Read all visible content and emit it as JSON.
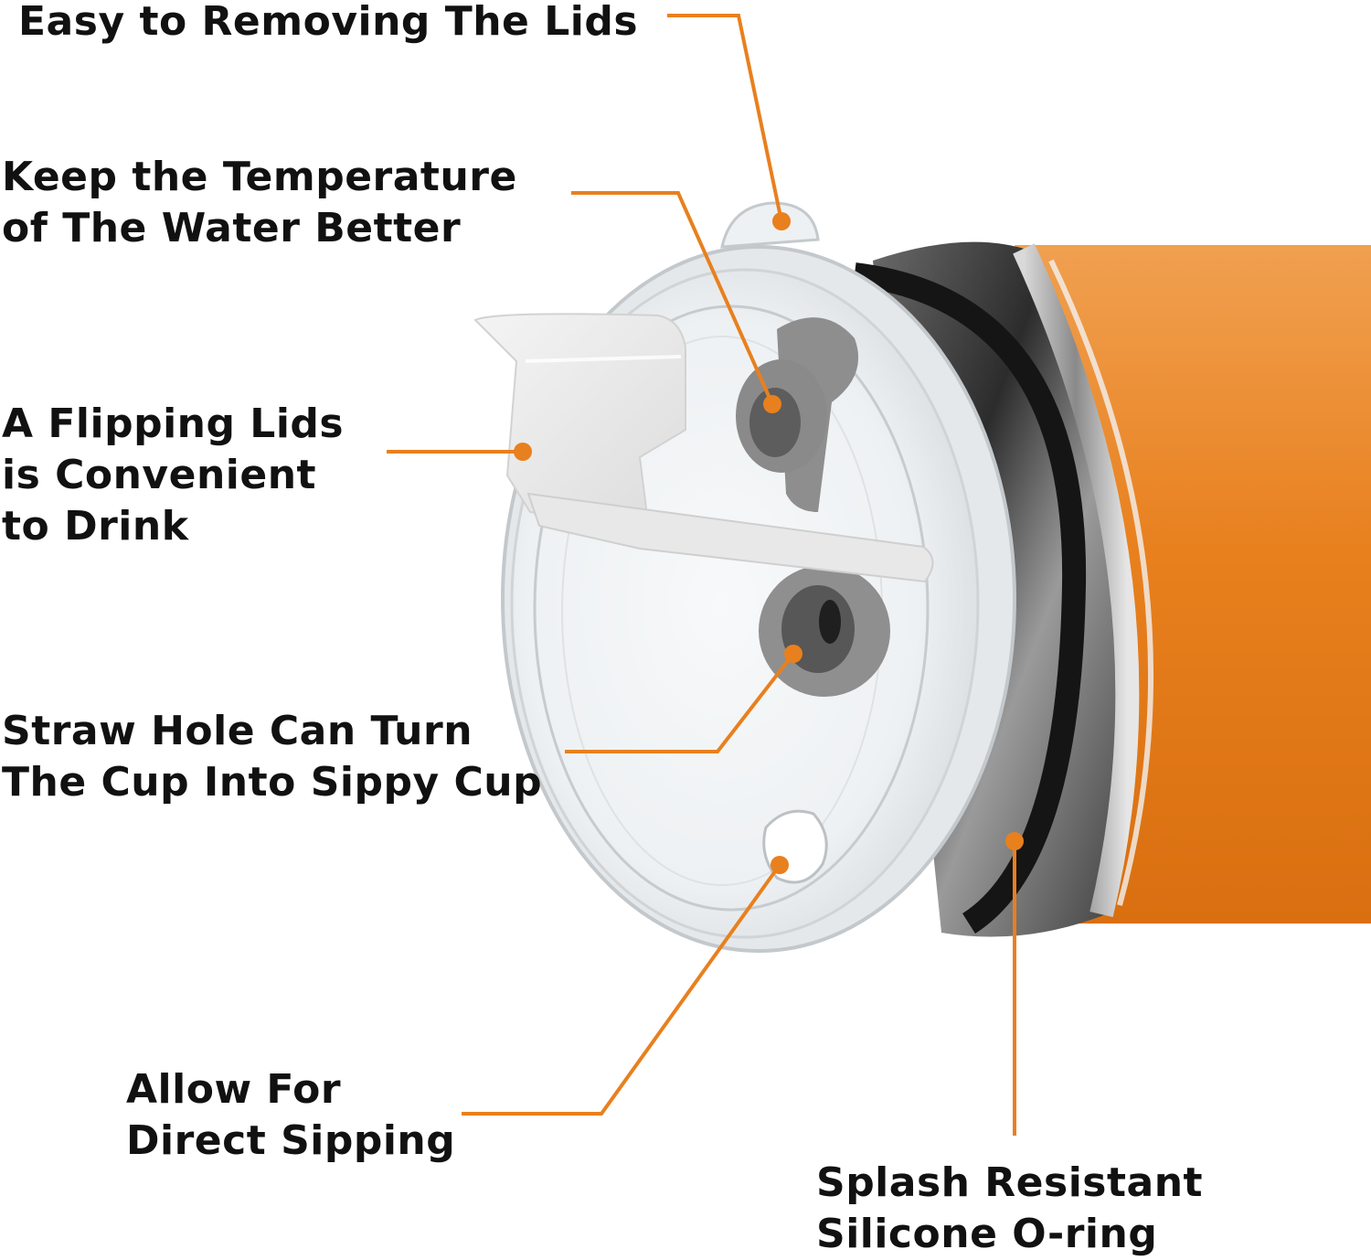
{
  "accent_color": "#e8801e",
  "callouts": {
    "remove_lids": {
      "line1": "Easy to Removing The Lids"
    },
    "temperature": {
      "line1": "Keep the Temperature",
      "line2": "of The Water Better"
    },
    "flipping_lid": {
      "line1": "A Flipping Lids",
      "line2": "is Convenient",
      "line3": "to Drink"
    },
    "straw_hole": {
      "line1": "Straw Hole Can Turn",
      "line2": "The Cup Into Sippy Cup"
    },
    "direct_sipping": {
      "line1": "Allow For",
      "line2": "Direct Sipping"
    },
    "oring": {
      "line1": "Splash Resistant",
      "line2": "Silicone O-ring"
    }
  }
}
